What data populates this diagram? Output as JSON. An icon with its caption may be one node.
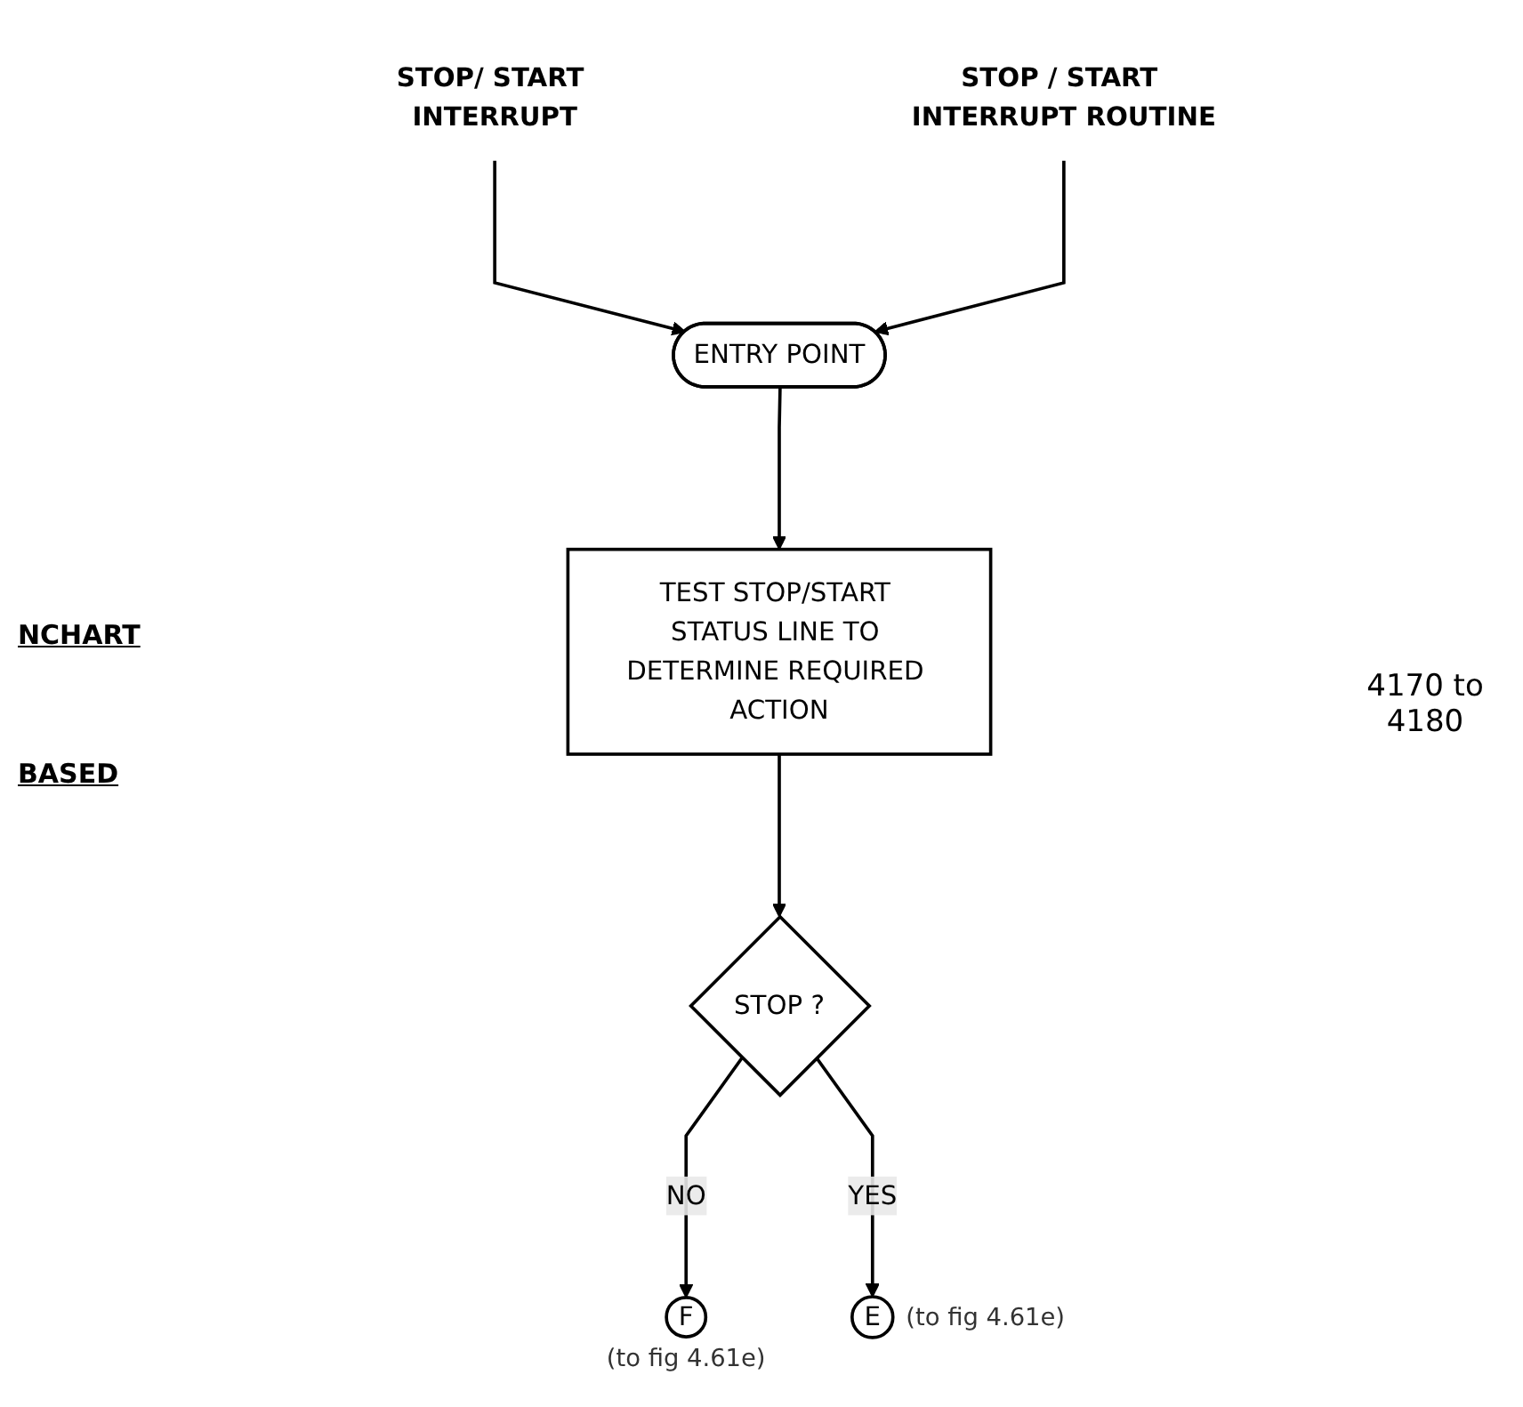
{
  "diagram": {
    "nodes": [
      {
        "text": [
          "STOP/ START INTERRUPT"
        ]
      },
      {
        "text": [
          "STOP / START INTERRUPT ROUTINE"
        ]
      },
      {
        "text": [
          "ENTRY POINT"
        ]
      },
      {
        "text": [
          "TEST STOP/START STATUS LINE TO DETERMINE REQUIRED ACTION"
        ]
      },
      {
        "text": [
          "STOP ?"
        ]
      },
      {
        "text": [
          "F"
        ],
        "beside": [
          "(to fig 4.61e)"
        ]
      },
      {
        "text": [
          "E"
        ],
        "beside": [
          "(to fig 4.61e)"
        ]
      }
    ],
    "edges": [
      {
        "from": 0,
        "to": 2,
        "arrow": "to"
      },
      {
        "from": 1,
        "to": 2,
        "arrow": "to"
      },
      {
        "from": 2,
        "to": 3,
        "arrow": "to"
      },
      {
        "from": 3,
        "to": 4,
        "arrow": "to"
      },
      {
        "from": 4,
        "to": 5,
        "arrow": "to",
        "label": "NO"
      },
      {
        "from": 4,
        "to": 6,
        "arrow": "to",
        "label": "YES"
      }
    ],
    "labels": [
      "NCHART",
      "BASED",
      "4170 to 4180"
    ]
  }
}
